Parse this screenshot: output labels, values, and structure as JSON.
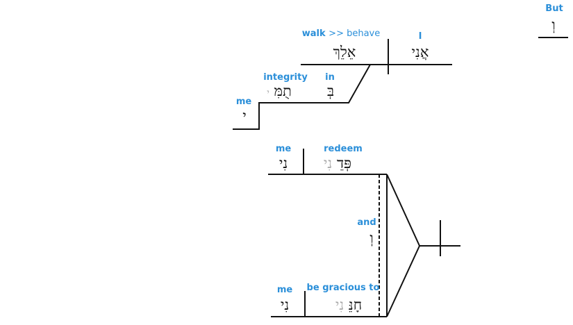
{
  "colors": {
    "gloss": "#2b8fd9",
    "line": "#111111",
    "implied": "#aaaaaa"
  },
  "top_clause": {
    "conjunction": {
      "gloss": "But",
      "hebrew": "וְ"
    },
    "subject": {
      "gloss": "I",
      "hebrew": "אֲנִי"
    },
    "verb": {
      "gloss_main": "walk",
      "gloss_extra": ">> behave",
      "hebrew": "אֵלֵךְ"
    },
    "preposition": {
      "gloss": "in",
      "hebrew": "בְּ"
    },
    "object": {
      "gloss": "integrity",
      "hebrew": "תֻמִּ",
      "suffix_implied": "י"
    },
    "modifier": {
      "gloss": "me",
      "hebrew": "י"
    }
  },
  "compound_clause": {
    "upper": {
      "verb_gloss": "redeem",
      "verb_hebrew": "פְּדֵ",
      "verb_suffix_implied": "נִי",
      "object_gloss": "me",
      "object_hebrew": "נִי"
    },
    "conjunction": {
      "gloss": "and",
      "hebrew": "וְ"
    },
    "lower": {
      "verb_gloss": "be gracious to",
      "verb_hebrew": "חָנֵּ",
      "verb_suffix_implied": "נִי",
      "object_gloss": "me",
      "object_hebrew": "נִי"
    }
  }
}
